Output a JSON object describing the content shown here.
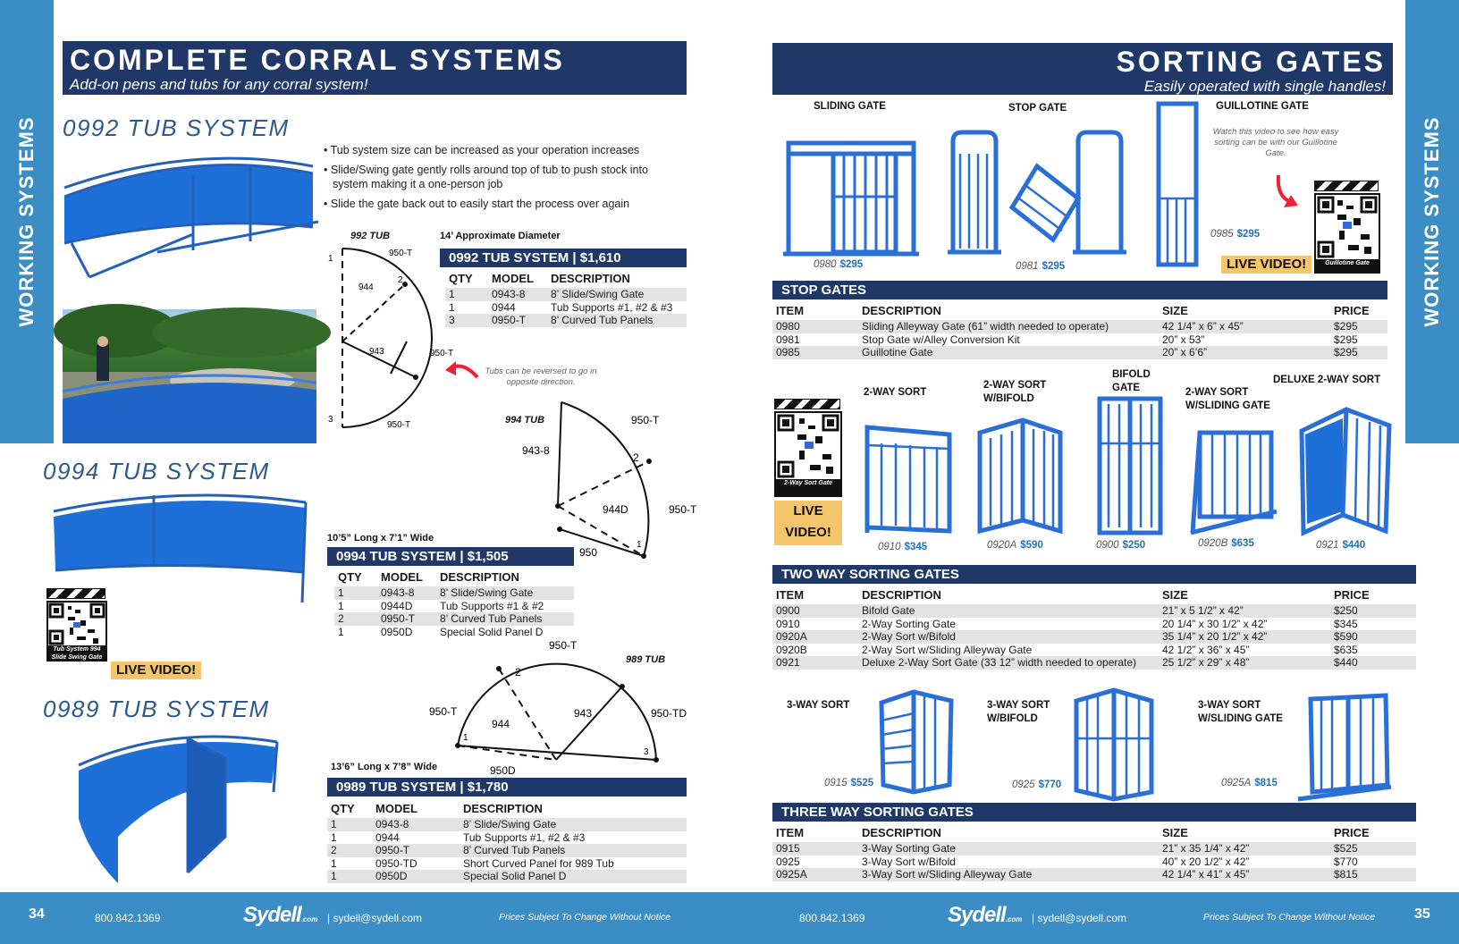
{
  "side_tab_label": "WORKING SYSTEMS",
  "left": {
    "banner": {
      "title": "COMPLETE CORRAL SYSTEMS",
      "subtitle": "Add-on pens and tubs for any corral system!"
    },
    "tub0992": {
      "title": "0992 TUB SYSTEM",
      "bullets": [
        "Tub system size can be increased as your operation increases",
        "Slide/Swing gate gently rolls around top of tub to push stock into system making it a one-person job",
        "Slide the gate back out to easily start the process over again"
      ],
      "diagram_title": "992 TUB",
      "size_note": "14’ Approximate Diameter",
      "reverse_note": "Tubs can be reversed to go in opposite direction.",
      "diagram_labels": [
        "950-T",
        "944",
        "2",
        "1",
        "943",
        "950-T",
        "3",
        "950-T"
      ],
      "table": {
        "bar": "0992 TUB SYSTEM  |  $1,610",
        "headers": [
          "QTY",
          "MODEL",
          "DESCRIPTION"
        ],
        "rows": [
          [
            "1",
            "0943-8",
            "8’ Slide/Swing Gate"
          ],
          [
            "1",
            "0944",
            "Tub Supports #1, #2 & #3"
          ],
          [
            "3",
            "0950-T",
            "8’ Curved Tub Panels"
          ]
        ]
      }
    },
    "tub0994": {
      "title": "0994 TUB SYSTEM",
      "diagram_title": "994 TUB",
      "size_note": "10’5” Long x 7’1” Wide",
      "diagram_labels": [
        "950-T",
        "943-8",
        "2",
        "944D",
        "950-T",
        "1",
        "950"
      ],
      "qr_caption": "Tub System 994 Slide Swing Gate",
      "live": "LIVE VIDEO!",
      "table": {
        "bar": "0994 TUB SYSTEM  |  $1,505",
        "headers": [
          "QTY",
          "MODEL",
          "DESCRIPTION"
        ],
        "rows": [
          [
            "1",
            "0943-8",
            "8’ Slide/Swing Gate"
          ],
          [
            "1",
            "0944D",
            "Tub Supports #1 & #2"
          ],
          [
            "2",
            "0950-T",
            "8’ Curved Tub Panels"
          ],
          [
            "1",
            "0950D",
            "Special Solid Panel D"
          ]
        ]
      }
    },
    "tub0989": {
      "title": "0989 TUB SYSTEM",
      "diagram_title": "989 TUB",
      "size_note": "13’6” Long x 7’8” Wide",
      "diagram_labels": [
        "950-T",
        "2",
        "950-T",
        "944",
        "943",
        "950-TD",
        "1",
        "3",
        "950D"
      ],
      "table": {
        "bar": "0989 TUB SYSTEM  |  $1,780",
        "headers": [
          "QTY",
          "MODEL",
          "DESCRIPTION"
        ],
        "rows": [
          [
            "1",
            "0943-8",
            "8’ Slide/Swing Gate"
          ],
          [
            "1",
            "0944",
            "Tub Supports #1, #2 & #3"
          ],
          [
            "2",
            "0950-T",
            "8’ Curved Tub Panels"
          ],
          [
            "1",
            "0950-TD",
            "Short Curved Panel for 989 Tub"
          ],
          [
            "1",
            "0950D",
            "Special Solid Panel D"
          ]
        ]
      }
    }
  },
  "right": {
    "banner": {
      "title": "SORTING GATES",
      "subtitle": "Easily operated with single handles!"
    },
    "top_gates": {
      "labels": {
        "sliding": "SLIDING GATE",
        "stop": "STOP GATE",
        "guillotine": "GUILLOTINE GATE"
      },
      "captions": [
        {
          "model": "0980",
          "price": "$295"
        },
        {
          "model": "0981",
          "price": "$295"
        },
        {
          "model": "0985",
          "price": "$295"
        }
      ],
      "video_note": "Watch this video to see how easy sorting can be with our Guillotine Gate.",
      "live": "LIVE VIDEO!",
      "qr_caption": "Guillotine Gate"
    },
    "stop_gates": {
      "bar": "STOP GATES",
      "headers": [
        "ITEM",
        "DESCRIPTION",
        "SIZE",
        "PRICE"
      ],
      "rows": [
        [
          "0980",
          "Sliding Alleyway Gate (61” width needed to operate)",
          "42 1/4” x 6” x 45”",
          "$295"
        ],
        [
          "0981",
          "Stop Gate w/Alley Conversion Kit",
          "20” x 53”",
          "$295"
        ],
        [
          "0985",
          "Guillotine Gate",
          "20” x 6’6”",
          "$295"
        ]
      ]
    },
    "two_way_gates": {
      "labels": [
        "2-WAY SORT",
        "2-WAY SORT\nW/BIFOLD",
        "BIFOLD\nGATE",
        "2-WAY SORT\nW/SLIDING GATE",
        "DELUXE 2-WAY SORT"
      ],
      "captions": [
        {
          "model": "0910",
          "price": "$345"
        },
        {
          "model": "0920A",
          "price": "$590"
        },
        {
          "model": "0900",
          "price": "$250"
        },
        {
          "model": "0920B",
          "price": "$635"
        },
        {
          "model": "0921",
          "price": "$440"
        }
      ],
      "qr_caption": "2-Way Sort Gate",
      "live1": "LIVE",
      "live2": "VIDEO!"
    },
    "two_way": {
      "bar": "TWO WAY SORTING GATES",
      "headers": [
        "ITEM",
        "DESCRIPTION",
        "SIZE",
        "PRICE"
      ],
      "rows": [
        [
          "0900",
          "Bifold Gate",
          "21” x 5 1/2” x 42”",
          "$250"
        ],
        [
          "0910",
          "2-Way Sorting Gate",
          "20 1/4” x 30 1/2” x 42”",
          "$345"
        ],
        [
          "0920A",
          "2-Way Sort w/Bifold",
          "35 1/4” x 20 1/2” x 42”",
          "$590"
        ],
        [
          "0920B",
          "2-Way Sort w/Sliding Alleyway Gate",
          "42 1/2” x 36” x 45”",
          "$635"
        ],
        [
          "0921",
          "Deluxe 2-Way Sort Gate (33 12” width needed to operate)",
          "25 1/2” x 29” x 48”",
          "$440"
        ]
      ]
    },
    "three_way_gates": {
      "labels": [
        "3-WAY SORT",
        "3-WAY SORT\nW/BIFOLD",
        "3-WAY SORT\nW/SLIDING GATE"
      ],
      "captions": [
        {
          "model": "0915",
          "price": "$525"
        },
        {
          "model": "0925",
          "price": "$770"
        },
        {
          "model": "0925A",
          "price": "$815"
        }
      ]
    },
    "three_way": {
      "bar": "THREE WAY SORTING GATES",
      "headers": [
        "ITEM",
        "DESCRIPTION",
        "SIZE",
        "PRICE"
      ],
      "rows": [
        [
          "0915",
          "3-Way Sorting Gate",
          "21” x 35 1/4” x 42”",
          "$525"
        ],
        [
          "0925",
          "3-Way Sort w/Bifold",
          "40” x 20 1/2” x 42”",
          "$770"
        ],
        [
          "0925A",
          "3-Way Sort w/Sliding Alleyway Gate",
          "42 1/4” x 41” x 45”",
          "$815"
        ]
      ]
    }
  },
  "footer": {
    "left_page": "34",
    "right_page": "35",
    "phone": "800.842.1369",
    "logo": "Sydell",
    "logo_suffix": ".com",
    "email": "|  sydell@sydell.com",
    "notice": "Prices Subject To Change Without Notice"
  },
  "colors": {
    "navy": "#1f3867",
    "tab_blue": "#3b8dc5",
    "gate_blue": "#2a6fd6",
    "price_blue": "#2470b5",
    "live_yellow": "#f4c56a",
    "row_gray": "#e3e3e3"
  }
}
